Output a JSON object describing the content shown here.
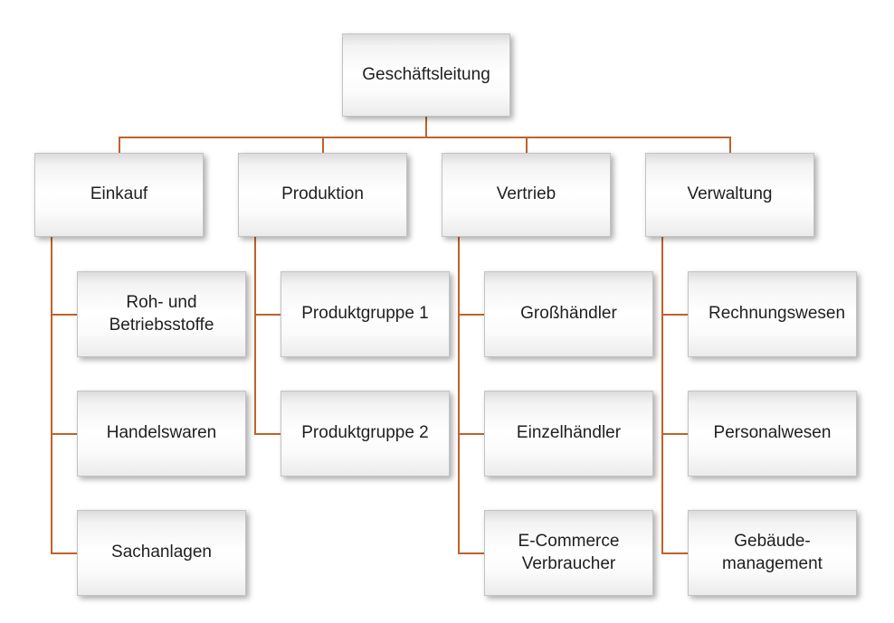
{
  "diagram": {
    "type": "org-chart",
    "connector_color": "#C0622A",
    "root": {
      "label": "Geschäftsleitung"
    },
    "departments": [
      {
        "label": "Einkauf",
        "children": [
          {
            "label": "Roh- und Betriebsstoffe"
          },
          {
            "label": "Handelswaren"
          },
          {
            "label": "Sachanlagen"
          }
        ]
      },
      {
        "label": "Produktion",
        "children": [
          {
            "label": "Produktgruppe 1"
          },
          {
            "label": "Produktgruppe 2"
          }
        ]
      },
      {
        "label": "Vertrieb",
        "children": [
          {
            "label": "Großhändler"
          },
          {
            "label": "Einzelhändler"
          },
          {
            "label": "E-Commerce Verbraucher"
          }
        ]
      },
      {
        "label": "Verwaltung",
        "children": [
          {
            "label": "Rechnungswesen"
          },
          {
            "label": "Personalwesen"
          },
          {
            "label": "Gebäude-management"
          }
        ]
      }
    ]
  }
}
